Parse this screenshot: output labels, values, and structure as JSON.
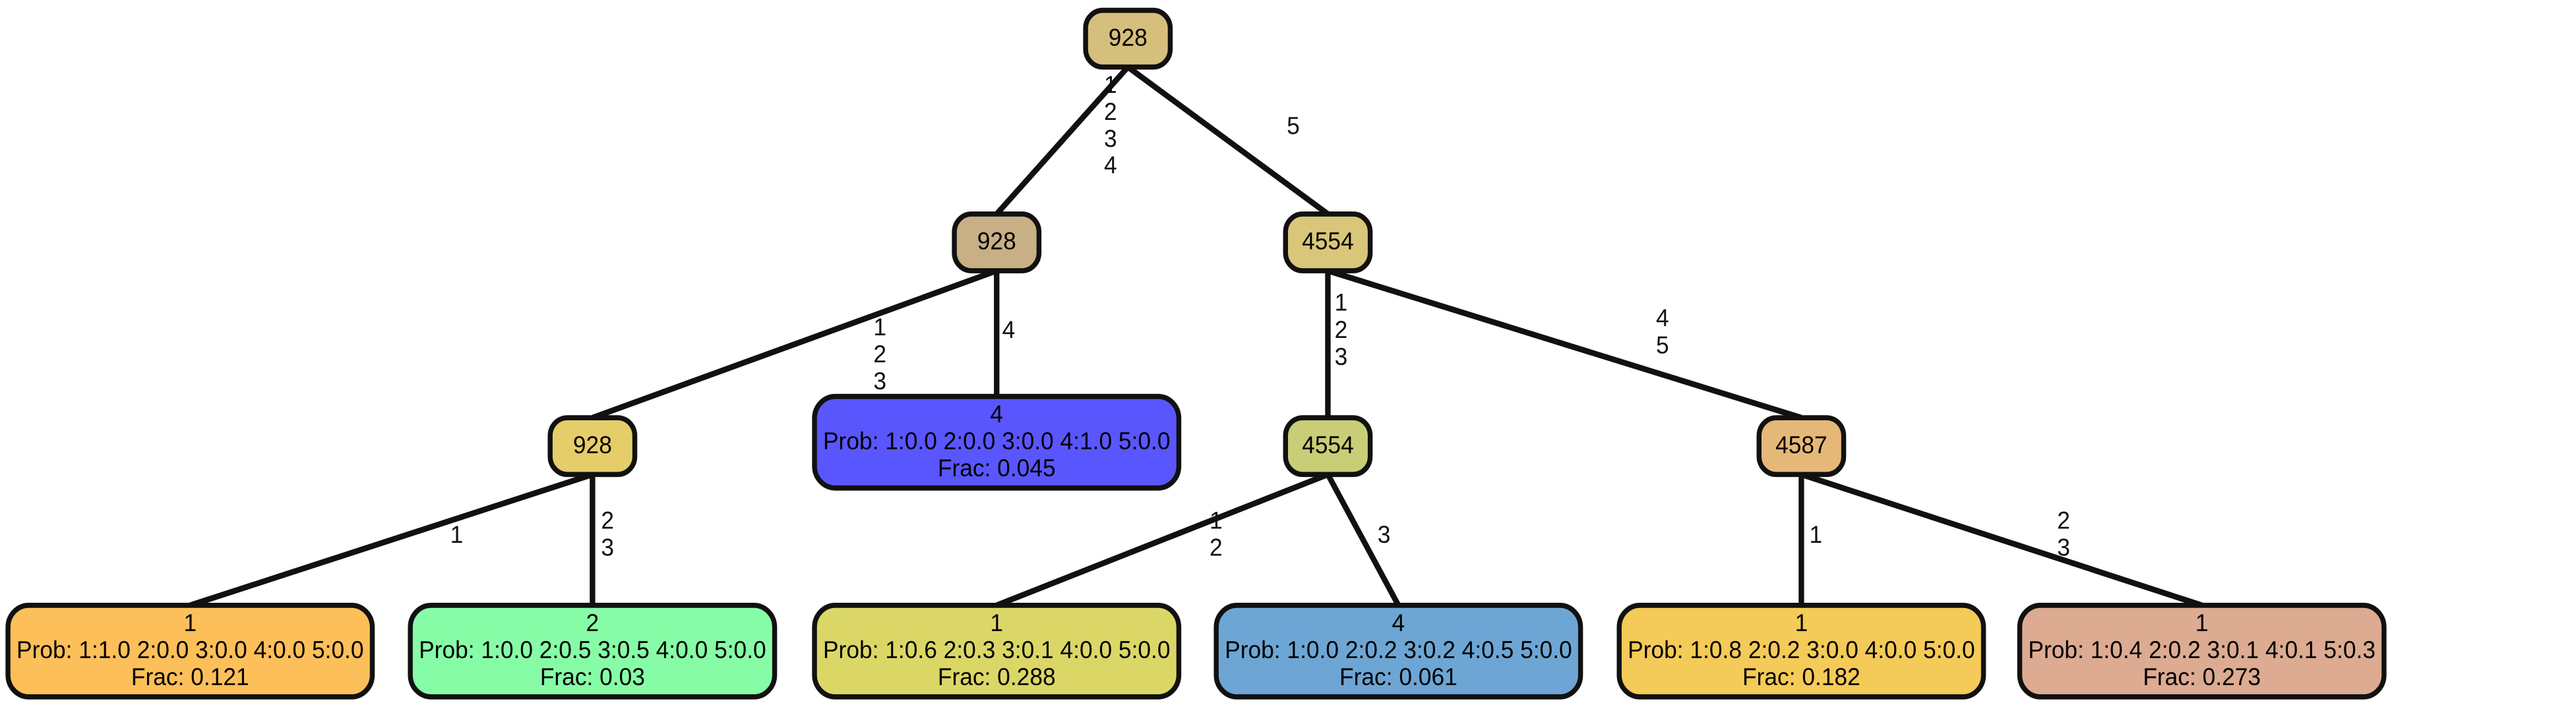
{
  "nodes": [
    {
      "id": "root",
      "kind": "internal",
      "label": "928",
      "color": "#d6bf7c"
    },
    {
      "id": "n928b",
      "kind": "internal",
      "label": "928",
      "color": "#c8af85"
    },
    {
      "id": "n4554a",
      "kind": "internal",
      "label": "4554",
      "color": "#dac67a"
    },
    {
      "id": "n928c",
      "kind": "internal",
      "label": "928",
      "color": "#e5cd6a"
    },
    {
      "id": "n4554b",
      "kind": "internal",
      "label": "4554",
      "color": "#c8cd76"
    },
    {
      "id": "n4587",
      "kind": "internal",
      "label": "4587",
      "color": "#e6b878"
    },
    {
      "id": "leaf1",
      "kind": "leaf",
      "lines": [
        "1",
        "Prob: 1:1.0 2:0.0 3:0.0 4:0.0 5:0.0",
        "Frac: 0.121"
      ],
      "color": "#fdbf59"
    },
    {
      "id": "leaf2",
      "kind": "leaf",
      "lines": [
        "2",
        "Prob: 1:0.0 2:0.5 3:0.5 4:0.0 5:0.0",
        "Frac: 0.03"
      ],
      "color": "#87fca7"
    },
    {
      "id": "leaf3",
      "kind": "leaf",
      "lines": [
        "4",
        "Prob: 1:0.0 2:0.0 3:0.0 4:1.0 5:0.0",
        "Frac: 0.045"
      ],
      "color": "#5a56fd"
    },
    {
      "id": "leaf4",
      "kind": "leaf",
      "lines": [
        "1",
        "Prob: 1:0.6 2:0.3 3:0.1 4:0.0 5:0.0",
        "Frac: 0.288"
      ],
      "color": "#dbd767"
    },
    {
      "id": "leaf5",
      "kind": "leaf",
      "lines": [
        "4",
        "Prob: 1:0.0 2:0.2 3:0.2 4:0.5 5:0.0",
        "Frac: 0.061"
      ],
      "color": "#6da6d4"
    },
    {
      "id": "leaf6",
      "kind": "leaf",
      "lines": [
        "1",
        "Prob: 1:0.8 2:0.2 3:0.0 4:0.0 5:0.0",
        "Frac: 0.182"
      ],
      "color": "#f4ca58"
    },
    {
      "id": "leaf7",
      "kind": "leaf",
      "lines": [
        "1",
        "Prob: 1:0.4 2:0.2 3:0.1 4:0.1 5:0.3",
        "Frac: 0.273"
      ],
      "color": "#dcab91"
    }
  ],
  "edges": [
    {
      "from": "root",
      "to": "n928b",
      "label": [
        "1",
        "2",
        "3",
        "4"
      ]
    },
    {
      "from": "root",
      "to": "n4554a",
      "label": [
        "5"
      ]
    },
    {
      "from": "n928b",
      "to": "n928c",
      "label": [
        "1",
        "2",
        "3"
      ]
    },
    {
      "from": "n928b",
      "to": "leaf3",
      "label": [
        "4"
      ]
    },
    {
      "from": "n4554a",
      "to": "n4554b",
      "label": [
        "1",
        "2",
        "3"
      ]
    },
    {
      "from": "n4554a",
      "to": "n4587",
      "label": [
        "4",
        "5"
      ]
    },
    {
      "from": "n928c",
      "to": "leaf1",
      "label": [
        "1"
      ]
    },
    {
      "from": "n928c",
      "to": "leaf2",
      "label": [
        "2",
        "3"
      ]
    },
    {
      "from": "n4554b",
      "to": "leaf4",
      "label": [
        "1",
        "2"
      ]
    },
    {
      "from": "n4554b",
      "to": "leaf5",
      "label": [
        "3"
      ]
    },
    {
      "from": "n4587",
      "to": "leaf6",
      "label": [
        "1"
      ]
    },
    {
      "from": "n4587",
      "to": "leaf7",
      "label": [
        "2",
        "3"
      ]
    }
  ]
}
